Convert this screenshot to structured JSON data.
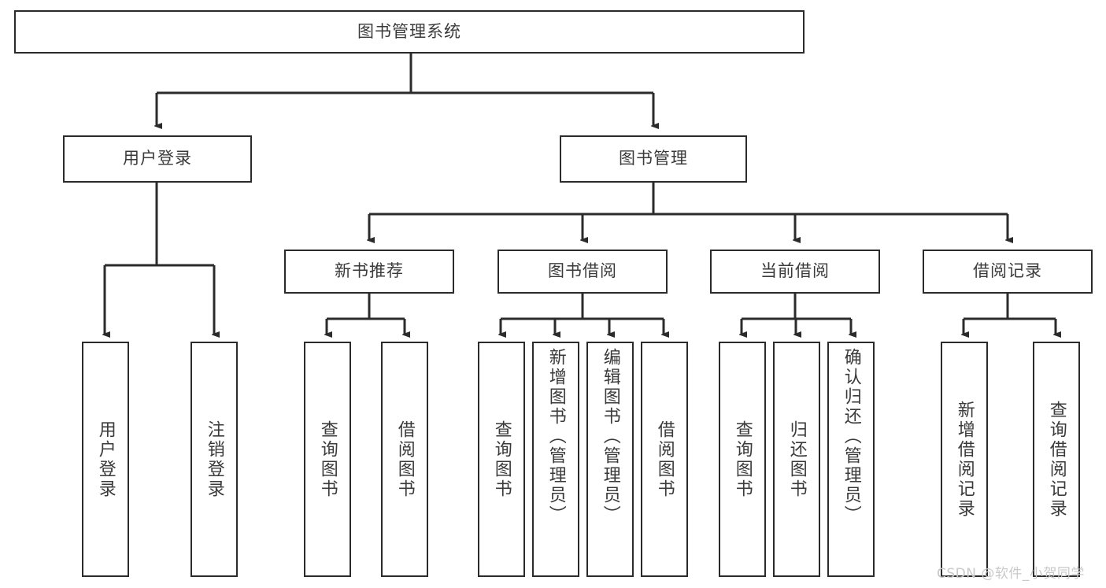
{
  "diagram": {
    "type": "tree-hierarchy",
    "title": "图书管理系统",
    "colors": {
      "background": "#ffffff",
      "box_border": "#2b2b2b",
      "box_fill": "#ffffff",
      "text": "#3a3a3a",
      "connector": "#2b2b2b",
      "watermark": "#c9c9c9"
    },
    "watermark": "CSDN @软件_小贺同学"
  },
  "nodes": {
    "root": {
      "label": "图书管理系统",
      "level": 1
    },
    "level2": [
      {
        "id": "user-login",
        "label": "用户登录"
      },
      {
        "id": "book-manage",
        "label": "图书管理"
      }
    ],
    "level3": [
      {
        "id": "new-book-recommend",
        "label": "新书推荐",
        "parent": "book-manage"
      },
      {
        "id": "book-borrow",
        "label": "图书借阅",
        "parent": "book-manage"
      },
      {
        "id": "current-borrow",
        "label": "当前借阅",
        "parent": "book-manage"
      },
      {
        "id": "borrow-record",
        "label": "借阅记录",
        "parent": "book-manage"
      }
    ],
    "leaves": [
      {
        "id": "leaf-user-login",
        "label": "用户登录",
        "parent": "user-login",
        "align": "center"
      },
      {
        "id": "leaf-user-logout",
        "label": "注销登录",
        "parent": "user-login",
        "align": "center"
      },
      {
        "id": "leaf-query-book-1",
        "label": "查询图书",
        "parent": "new-book-recommend",
        "align": "center"
      },
      {
        "id": "leaf-borrow-book-1",
        "label": "借阅图书",
        "parent": "new-book-recommend",
        "align": "center"
      },
      {
        "id": "leaf-query-book-2",
        "label": "查询图书",
        "parent": "book-borrow",
        "align": "center"
      },
      {
        "id": "leaf-add-book",
        "label": "新增图书（管理员）",
        "parent": "book-borrow",
        "align": "start"
      },
      {
        "id": "leaf-edit-book",
        "label": "编辑图书（管理员）",
        "parent": "book-borrow",
        "align": "start"
      },
      {
        "id": "leaf-borrow-book-2",
        "label": "借阅图书",
        "parent": "book-borrow",
        "align": "center"
      },
      {
        "id": "leaf-query-book-3",
        "label": "查询图书",
        "parent": "current-borrow",
        "align": "center"
      },
      {
        "id": "leaf-return-book",
        "label": "归还图书",
        "parent": "current-borrow",
        "align": "center"
      },
      {
        "id": "leaf-confirm-return",
        "label": "确认归还（管理员）",
        "parent": "current-borrow",
        "align": "start"
      },
      {
        "id": "leaf-add-record",
        "label": "新增借阅记录",
        "parent": "borrow-record",
        "align": "center"
      },
      {
        "id": "leaf-query-record",
        "label": "查询借阅记录",
        "parent": "borrow-record",
        "align": "center"
      }
    ]
  }
}
